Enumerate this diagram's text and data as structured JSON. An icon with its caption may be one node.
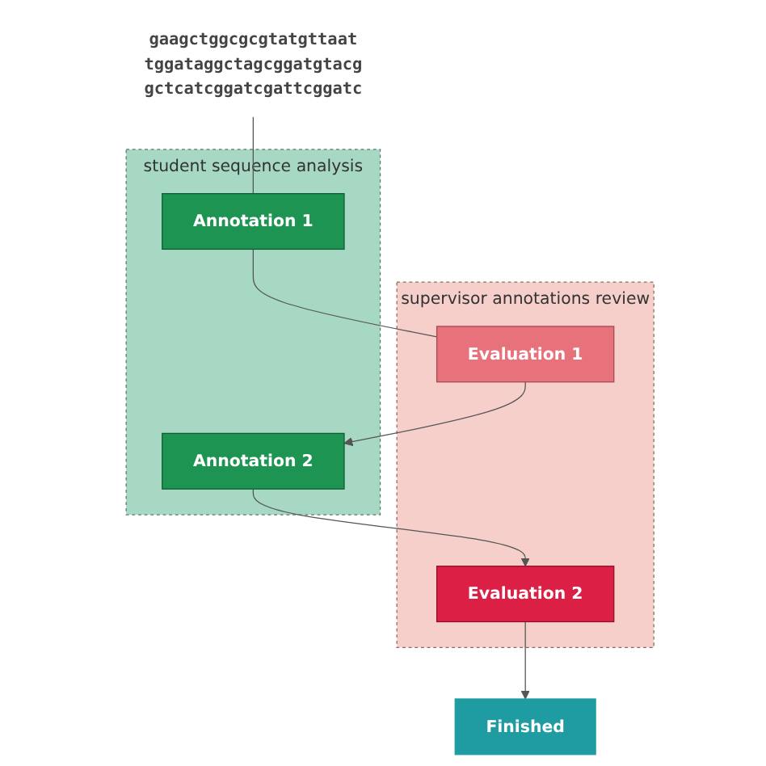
{
  "diagram": {
    "nodes": [
      {
        "text": [
          "supervisor annotations review"
        ]
      },
      {
        "text": [
          "Evaluation 1"
        ],
        "in": 0
      },
      {
        "text": [
          "Evaluation 2"
        ],
        "in": 0
      },
      {
        "text": [
          "Finished"
        ]
      },
      {
        "text": [
          "student sequence analysis"
        ]
      },
      {
        "text": [
          "Annotation 2"
        ],
        "in": 4
      },
      {
        "text": [
          "Annotation 1"
        ],
        "in": 4
      },
      {
        "text": [
          "gaagctggcgcgtatgttaat",
          "tggataggctagcggatgtacg",
          "gctcatcggatcgattcggatc"
        ]
      }
    ],
    "edges": [
      {
        "from": 6,
        "to": 1,
        "arrow": "none"
      },
      {
        "from": 1,
        "to": 5,
        "arrow": "to"
      },
      {
        "from": 5,
        "to": 2,
        "arrow": "to"
      },
      {
        "from": 2,
        "to": 3,
        "arrow": "to"
      },
      {
        "from": 7,
        "to": 6,
        "arrow": "none"
      }
    ]
  }
}
